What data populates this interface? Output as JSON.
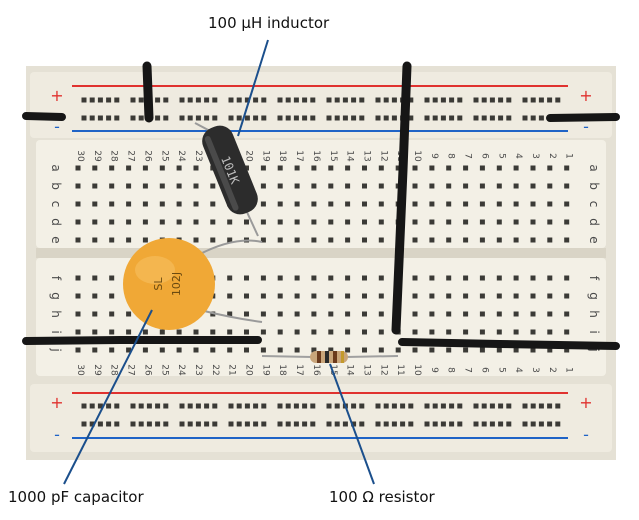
{
  "labels": {
    "inductor": "100 µH inductor",
    "capacitor": "1000 pF capacitor",
    "resistor": "100 Ω resistor"
  },
  "rail_signs": {
    "plus": "+",
    "minus": "-"
  },
  "column_numbers": [
    "30",
    "29",
    "28",
    "27",
    "26",
    "25",
    "24",
    "23",
    "22",
    "21",
    "20",
    "19",
    "18",
    "17",
    "16",
    "15",
    "14",
    "13",
    "12",
    "11",
    "10",
    "9",
    "8",
    "7",
    "6",
    "5",
    "4",
    "3",
    "2",
    "1"
  ],
  "row_letters_top": [
    "a",
    "b",
    "c",
    "d",
    "e"
  ],
  "row_letters_bottom": [
    "f",
    "g",
    "h",
    "i",
    "j"
  ],
  "component_markings": {
    "inductor": "101K",
    "capacitor_line1": "SL",
    "capacitor_line2": "102J"
  },
  "colors": {
    "board": "#ece8dc",
    "rail_red": "#e0322f",
    "rail_blue": "#1f63c6",
    "leader_line": "#1b4f8c",
    "capacitor": "#f0a836",
    "inductor": "#2c2c2c",
    "resistor_body": "#c9a57a",
    "wire": "#161616"
  },
  "icons": [
    "breadboard-photo"
  ]
}
